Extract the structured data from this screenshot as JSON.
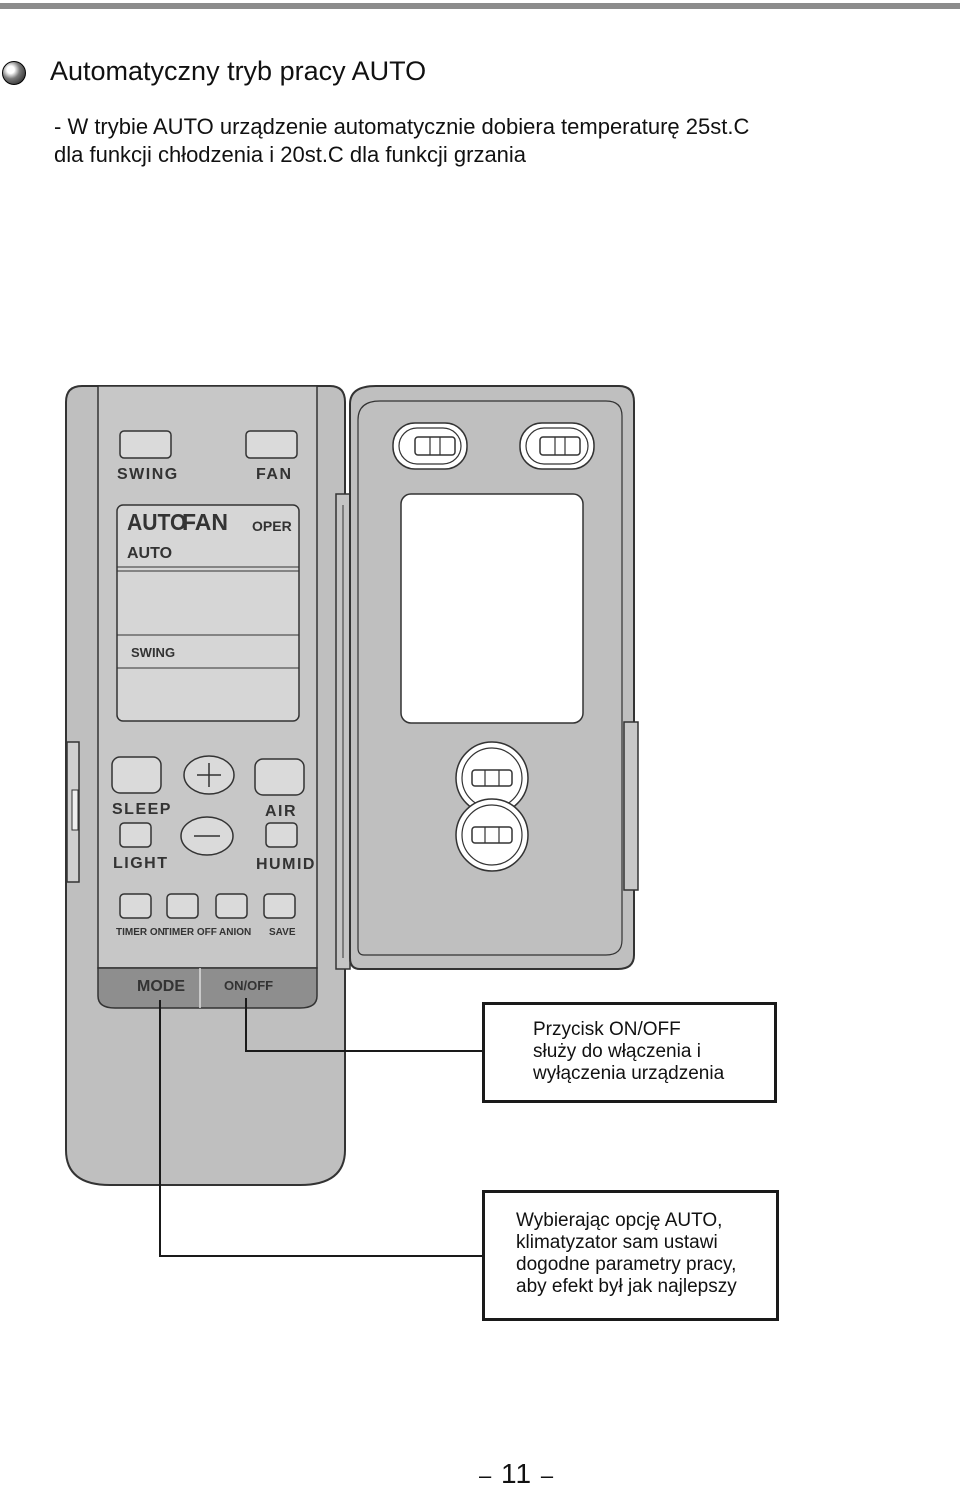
{
  "header": {
    "title": "Automatyczny tryb pracy AUTO",
    "intro_lines": [
      "- W trybie AUTO urządzenie automatycznie dobiera temperaturę 25st.C",
      "dla funkcji chłodzenia i 20st.C dla funkcji grzania"
    ]
  },
  "remote": {
    "buttons": {
      "swing": "SWING",
      "fan": "FAN",
      "sleep": "SLEEP",
      "air": "AIR",
      "light": "LIGHT",
      "humid": "HUMID",
      "timer_on": "TIMER ON",
      "timer_off": "TIMER OFF",
      "anion": "ANION",
      "save": "SAVE",
      "mode": "MODE",
      "on_off": "ON/OFF"
    },
    "display": {
      "mode_auto": "AUTO",
      "fan_label": "FAN",
      "oper": "OPER",
      "fan_auto": "AUTO",
      "swing": "SWING"
    }
  },
  "callouts": [
    {
      "lines": [
        "Przycisk ON/OFF",
        "służy do włączenia i",
        "wyłączenia urządzenia"
      ]
    },
    {
      "lines": [
        "Wybierając opcję AUTO,",
        "klimatyzator sam ustawi",
        "dogodne parametry pracy,",
        "aby efekt był jak najlepszy"
      ]
    }
  ],
  "footer": {
    "page_number": "11",
    "dash": "–"
  },
  "colors": {
    "body": "#bfbfbf",
    "display": "#d6d6d6",
    "button": "#dadada",
    "mode_bar": "#8e8e8e",
    "outline": "#333333"
  }
}
